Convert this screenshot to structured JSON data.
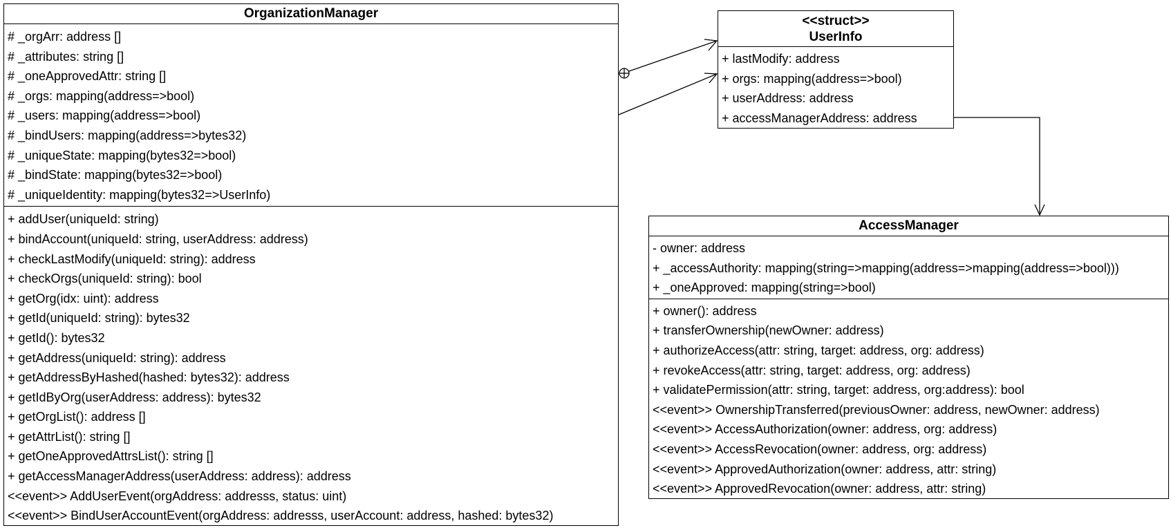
{
  "organization_manager": {
    "name": "OrganizationManager",
    "attributes": [
      "# _orgArr: address []",
      "# _attributes: string []",
      "# _oneApprovedAttr: string []",
      "# _orgs: mapping(address=>bool)",
      "# _users: mapping(address=>bool)",
      "# _bindUsers: mapping(address=>bytes32)",
      "# _uniqueState: mapping(bytes32=>bool)",
      "# _bindState: mapping(bytes32=>bool)",
      "# _uniqueIdentity: mapping(bytes32=>UserInfo)"
    ],
    "operations": [
      "+ addUser(uniqueId: string)",
      "+ bindAccount(uniqueId: string, userAddress: address)",
      "+ checkLastModify(uniqueId: string): address",
      "+ checkOrgs(uniqueId: string): bool",
      "+ getOrg(idx: uint): address",
      "+ getId(uniqueId: string): bytes32",
      "+ getId(): bytes32",
      "+ getAddress(uniqueId: string): address",
      "+ getAddressByHashed(hashed: bytes32): address",
      "+ getIdByOrg(userAddress: address): bytes32",
      "+ getOrgList(): address []",
      "+ getAttrList(): string []",
      "+ getOneApprovedAttrsList(): string []",
      "+ getAccessManagerAddress(userAddress: address): address",
      "<<event>> AddUserEvent(orgAddress: addresss, status: uint)",
      "<<event>> BindUserAccountEvent(orgAddress: addresss, userAccount: address, hashed: bytes32)"
    ]
  },
  "user_info": {
    "stereotype": "<<struct>>",
    "name": "UserInfo",
    "attributes": [
      "+ lastModify: address",
      "+ orgs: mapping(address=>bool)",
      "+ userAddress: address",
      "+ accessManagerAddress: address"
    ]
  },
  "access_manager": {
    "name": "AccessManager",
    "attributes": [
      "- owner: address",
      "+ _accessAuthority: mapping(string=>mapping(address=>mapping(address=>bool)))",
      "+ _oneApproved: mapping(string=>bool)"
    ],
    "operations": [
      "+ owner(): address",
      "+ transferOwnership(newOwner: address)",
      "+ authorizeAccess(attr: string, target: address, org: address)",
      "+ revokeAccess(attr: string, target: address, org: address)",
      "+ validatePermission(attr: string, target: address, org:address): bool",
      "<<event>> OwnershipTransferred(previousOwner: address, newOwner: address)",
      "<<event>> AccessAuthorization(owner: address, org: address)",
      "<<event>> AccessRevocation(owner: address, org: address)",
      "<<event>> ApprovedAuthorization(owner: address, attr: string)",
      "<<event>> ApprovedRevocation(owner: address, attr: string)"
    ]
  },
  "relations": [
    {
      "from": "OrganizationManager",
      "to": "UserInfo",
      "kind": "nested-containment"
    },
    {
      "from": "OrganizationManager",
      "to": "UserInfo",
      "kind": "association"
    },
    {
      "from": "UserInfo",
      "to": "AccessManager",
      "kind": "association"
    }
  ]
}
